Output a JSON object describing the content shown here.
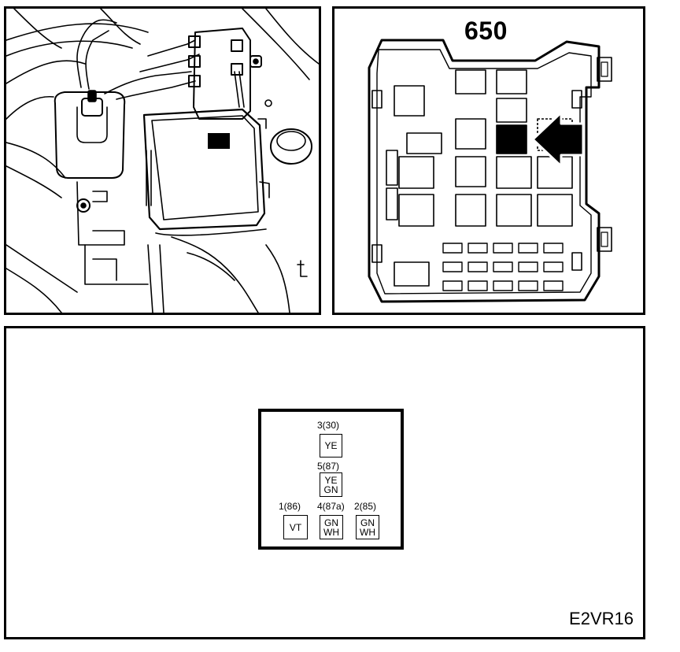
{
  "fuse_box": {
    "number": "650"
  },
  "relay": {
    "pins": [
      {
        "label": "3(30)",
        "colors": [
          "YE"
        ]
      },
      {
        "label": "5(87)",
        "colors": [
          "YE",
          "GN"
        ]
      },
      {
        "label": "1(86)",
        "colors": [
          "VT"
        ]
      },
      {
        "label": "4(87a)",
        "colors": [
          "GN",
          "WH"
        ]
      },
      {
        "label": "2(85)",
        "colors": [
          "GN",
          "WH"
        ]
      }
    ]
  },
  "figure_code": "E2VR16"
}
